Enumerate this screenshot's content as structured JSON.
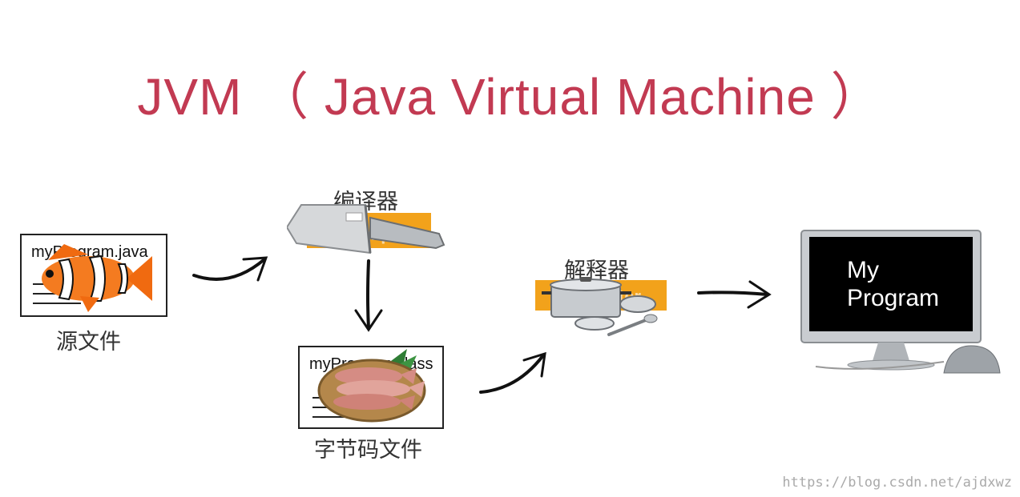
{
  "title": "JVM （ Java Virtual Machine ）",
  "source": {
    "filename": "myProgram.java",
    "label": "源文件"
  },
  "compiler": {
    "label": "编译器",
    "badge": "compiler"
  },
  "bytecode": {
    "filename": "myProgram.class",
    "label": "字节码文件"
  },
  "interpreter": {
    "label": "解释器",
    "badge": "interpreter"
  },
  "monitor": {
    "line1": "My",
    "line2": "Program"
  },
  "watermark": "https://blog.csdn.net/ajdxwz",
  "colors": {
    "title": "#c23a52",
    "badge": "#f2a21b"
  }
}
